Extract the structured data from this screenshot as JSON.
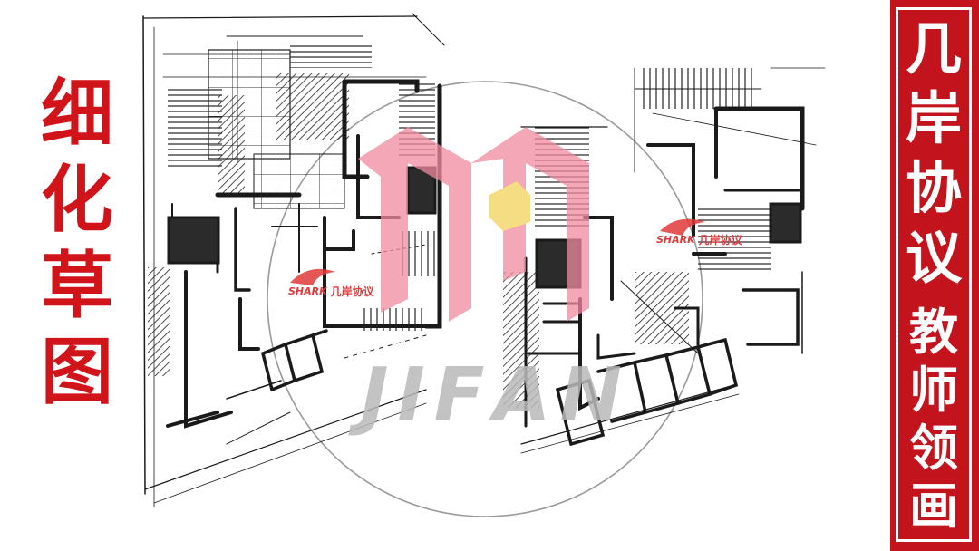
{
  "left_title": [
    "细",
    "化",
    "草",
    "图"
  ],
  "right_banner": {
    "line1": [
      "几",
      "岸",
      "协",
      "议"
    ],
    "line2": [
      "教",
      "师",
      "领",
      "画"
    ]
  },
  "watermark": {
    "letters": [
      "J",
      "I",
      "F",
      "A",
      "N"
    ],
    "shark_word": "SHARK",
    "shark_cn": "几岸协议"
  },
  "colors": {
    "title_red": "#d1131a",
    "banner_red": "#c3141d",
    "logo_pink": "#f08aa0",
    "logo_yellow": "#f2d25a",
    "ink": "#1a1a1a"
  }
}
